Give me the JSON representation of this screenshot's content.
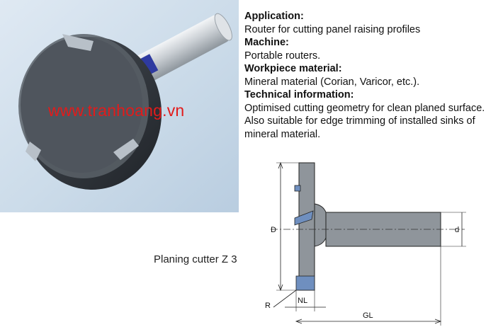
{
  "watermark": "www.tranhoang.vn",
  "caption": "Planing cutter Z 3",
  "spec": [
    {
      "heading": "Application:",
      "text": "Router for cutting panel raising profiles"
    },
    {
      "heading": "Machine:",
      "text": "Portable routers."
    },
    {
      "heading": "Workpiece material:",
      "text": "Mineral material (Corian, Varicor, etc.)."
    },
    {
      "heading": "Technical information:",
      "text": "Optimised cutting geometry for clean planed surface. Also suitable for edge trimming of installed sinks of mineral material."
    }
  ],
  "drawing": {
    "label_d_big": "D",
    "label_d_small": "d",
    "label_r": "R",
    "label_nl": "NL",
    "label_gl": "GL"
  },
  "colors": {
    "body": "#2b3036",
    "shank": "#c8cdd2",
    "insert": "#6f8fbf",
    "watermark": "#e21b1b"
  }
}
